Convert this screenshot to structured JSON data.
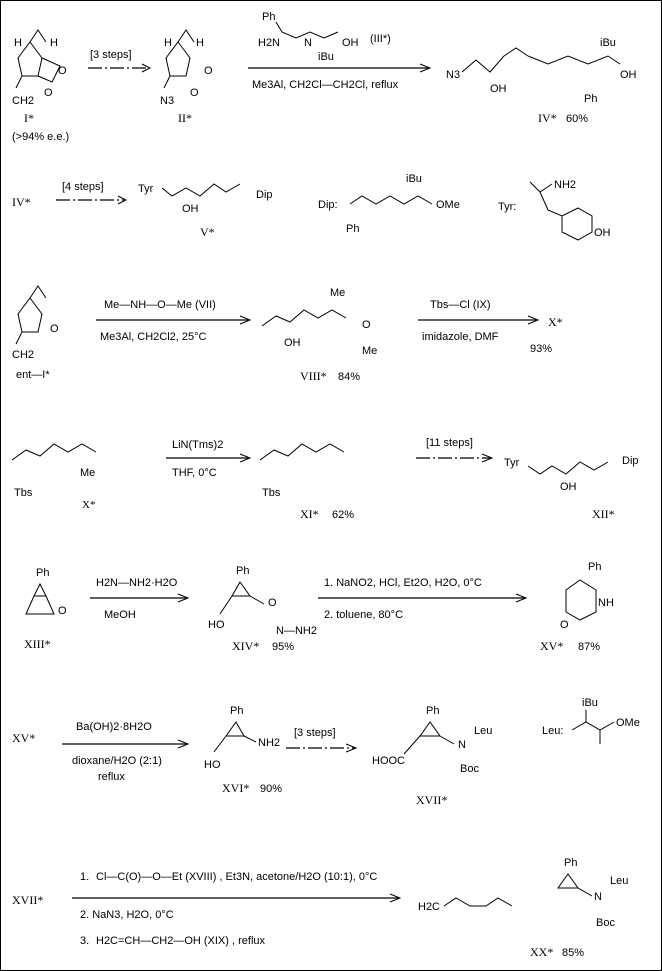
{
  "row1": {
    "c1": "I*",
    "c1_note": "(>94% e.e.)",
    "c1_frag": "CH2",
    "arrow1": "[3 steps]",
    "c2": "II*",
    "c2_frag": "N3",
    "reagent3_top": "Ph",
    "reagent3_nh2": "H2N",
    "reagent3_ibu": "iBu",
    "reagent3_label": "(III*)",
    "reagent3_nh": "N",
    "reagent3_oh": "OH",
    "conditions": "Me3Al, CH2Cl—CH2Cl, reflux",
    "c4": "IV*",
    "c4_yield": "60%",
    "c4_ibu": "iBu",
    "c4_ph": "Ph",
    "c4_oh": "OH",
    "c4_n3": "N3"
  },
  "row2": {
    "start": "IV*",
    "arrow": "[4 steps]",
    "product": "V*",
    "p_tyr": "Tyr",
    "p_dip": "Dip",
    "p_oh": "OH",
    "dip_label": "Dip:",
    "dip_ibu": "iBu",
    "dip_ph": "Ph",
    "dip_ome": "OMe",
    "tyr_label": "Tyr:",
    "tyr_nh2": "NH2",
    "tyr_oh": "OH"
  },
  "row3": {
    "start": "ent—I*",
    "reagent": "Me—NH—O—Me (VII)",
    "conditions": "Me3Al, CH2Cl2, 25°C",
    "product": "VIII*",
    "yield": "84%",
    "reagent2": "Tbs—Cl (IX)",
    "conditions2": "imidazole, DMF",
    "product2": "X*",
    "yield2": "93%"
  },
  "row4": {
    "start": "X*",
    "reagent": "LiN(Tms)2",
    "conditions": "THF, 0°C",
    "product": "XI*",
    "yield": "62%",
    "arrow2": "[11 steps]",
    "product2": "XII*",
    "tbs": "Tbs",
    "tyr": "Tyr",
    "dip": "Dip",
    "oh": "OH"
  },
  "row5": {
    "start": "XIII*",
    "reagent": "H2N—NH2·H2O",
    "solvent": "MeOH",
    "product": "XIV*",
    "yield": "95%",
    "step1": "1. NaNO2, HCl, Et2O, H2O, 0°C",
    "step2": "2. toluene, 80°C",
    "product2": "XV*",
    "yield2": "87%"
  },
  "row6": {
    "start": "XV*",
    "reagent": "Ba(OH)2·8H2O",
    "solvent": "dioxane/H2O (2:1)",
    "cond": "reflux",
    "product": "XVI*",
    "yield": "90%",
    "arrow2": "[3 steps]",
    "product2": "XVII*",
    "leu_label": "Leu:",
    "leu_ibu": "iBu",
    "leu_ome": "OMe",
    "boc": "Boc",
    "leu": "Leu",
    "hooc": "HOOC",
    "nh2": "NH2"
  },
  "row7": {
    "start": "XVII*",
    "step1": "1.",
    "step1_reagent": "Cl—C(O)—O—Et (XVIII) , Et3N, acetone/H2O (10:1), 0°C",
    "step2": "2. NaN3, H2O, 0°C",
    "step3": "3.",
    "step3_reagent": "H2C=CH—CH2—OH (XIX) , reflux",
    "product": "XX*",
    "yield": "85%",
    "boc": "Boc",
    "leu": "Leu",
    "ph": "Ph"
  }
}
